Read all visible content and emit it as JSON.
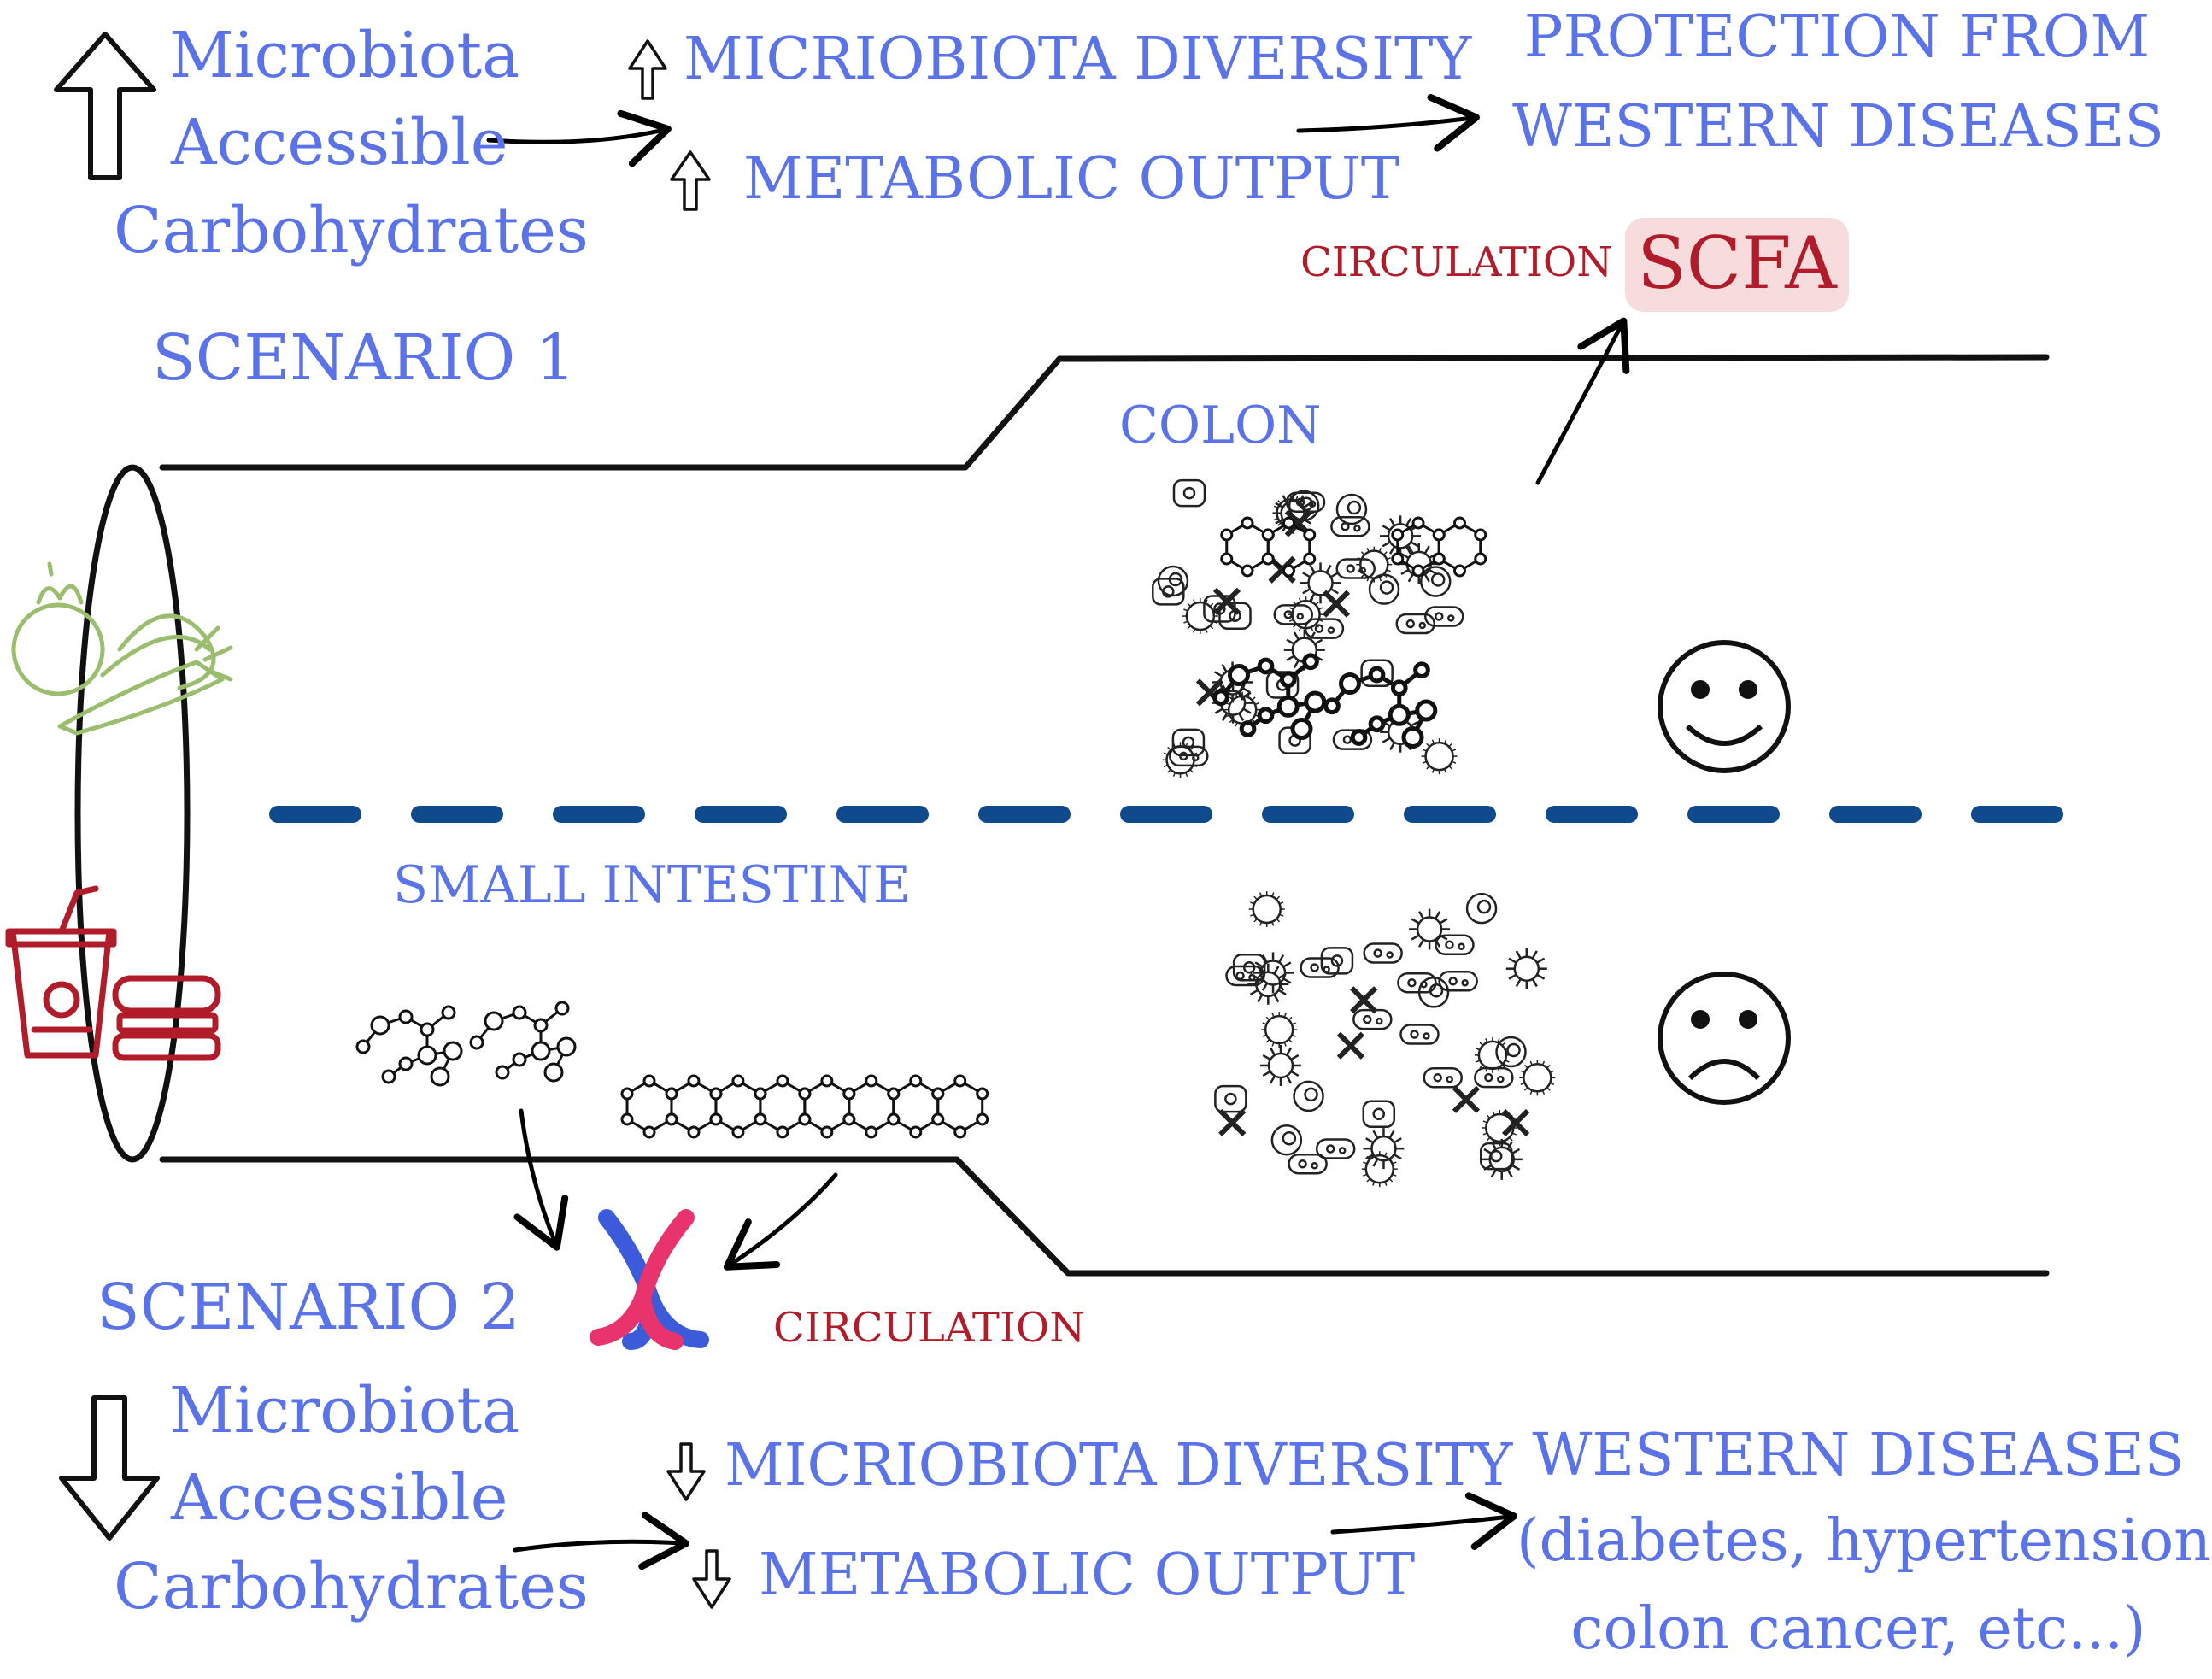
{
  "scenario1": {
    "title": "SCENARIO 1",
    "input_lines": [
      "Microbiota",
      "Accessible",
      "Carbohydrates"
    ],
    "effects": [
      "MICRIOBIOTA DIVERSITY",
      "METABOLIC OUTPUT"
    ],
    "outcome_lines": [
      "PROTECTION FROM",
      "WESTERN DISEASES"
    ],
    "circulation_label": "CIRCULATION",
    "product_label": "SCFA",
    "region_label": "COLON",
    "mood": "happy-face-icon"
  },
  "scenario2": {
    "title": "SCENARIO 2",
    "input_lines": [
      "Microbiota",
      "Accessible",
      "Carbohydrates"
    ],
    "effects": [
      "MICRIOBIOTA DIVERSITY",
      "METABOLIC OUTPUT"
    ],
    "outcome_lines": [
      "WESTERN DISEASES",
      "(diabetes, hypertension,",
      "colon cancer, etc...)"
    ],
    "circulation_label": "CIRCULATION",
    "region_label": "SMALL INTESTINE",
    "mood": "sad-face-icon"
  },
  "colors": {
    "label_blue": "#5b73e8",
    "label_red": "#b11c2a",
    "divider_blue": "#0f4a8c",
    "veggie_green": "#9bbd6e",
    "fastfood_red": "#b11c2a",
    "artery_blue": "#3b5bdb",
    "artery_pink": "#e8336d",
    "scfa_background": "#f6dcdc"
  },
  "icons": [
    "up-arrow-icon",
    "down-arrow-icon",
    "vegetables-icon",
    "fast-food-icon",
    "blood-vessel-icon",
    "molecule-icon",
    "bacteria-icon"
  ]
}
